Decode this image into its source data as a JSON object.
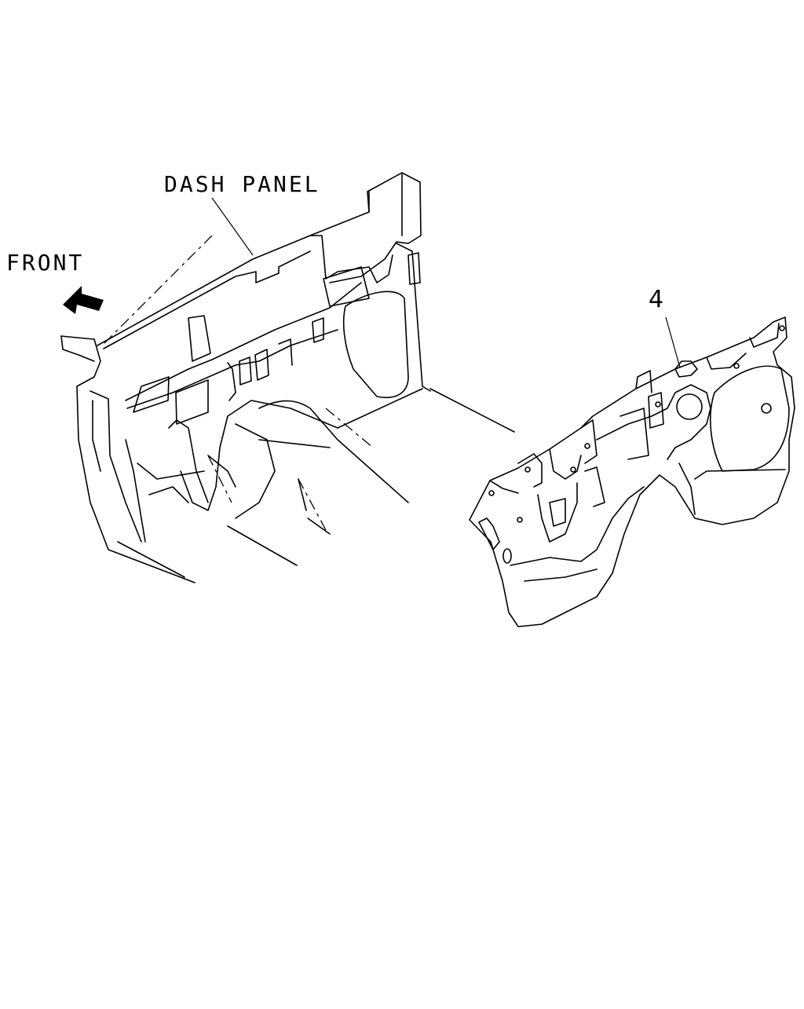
{
  "labels": {
    "dash_panel": "DASH PANEL",
    "front": "FRONT",
    "part_number": "4"
  },
  "colors": {
    "line": "#000000",
    "background": "#ffffff"
  }
}
